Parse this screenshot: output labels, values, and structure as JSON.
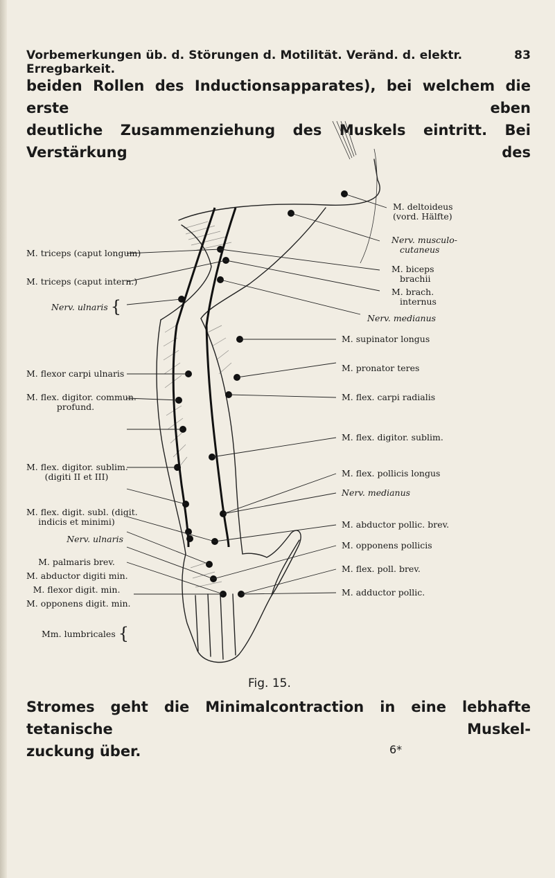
{
  "header": {
    "title": "Vorbemerkungen üb. d. Störungen d. Motilität. Veränd. d. elektr. Erregbarkeit.",
    "page_number": "83"
  },
  "text": {
    "para1_line1": "beiden Rollen des Inductionsapparates), bei welchem die erste eben",
    "para1_line2": "deutliche Zusammenziehung des Muskels eintritt. Bei Verstärkung des",
    "para2_line1": "Stromes geht die Minimalcontraction in eine lebhafte tetanische Muskel-",
    "para2_line2": "zuckung über.",
    "signature": "6*"
  },
  "figure": {
    "caption": "Fig. 15.",
    "left_labels": [
      {
        "id": "triceps-longum",
        "lines": [
          "M. triceps (caput longum)"
        ]
      },
      {
        "id": "triceps-intern",
        "lines": [
          "M. triceps (caput intern.)"
        ]
      },
      {
        "id": "nerv-ulnaris-1",
        "lines": [
          "Nerv. ulnaris"
        ]
      },
      {
        "id": "flexor-carpi-ulnaris",
        "lines": [
          "M. flexor carpi ulnaris"
        ]
      },
      {
        "id": "flex-digitor-profund",
        "lines": [
          "M. flex. digitor. commun.",
          "profund."
        ]
      },
      {
        "id": "flex-digitor-sublim-2-3",
        "lines": [
          "M. flex. digitor. sublim.",
          "(digiti II et III)"
        ]
      },
      {
        "id": "flex-digit-subl-indicis",
        "lines": [
          "M. flex. digit. subl. (digit.",
          "indicis et minimi)"
        ]
      },
      {
        "id": "nerv-ulnaris-2",
        "lines": [
          "Nerv. ulnaris"
        ]
      },
      {
        "id": "palmaris-brev",
        "lines": [
          "M. palmaris brev."
        ]
      },
      {
        "id": "abductor-digiti-min",
        "lines": [
          "M. abductor digiti min."
        ]
      },
      {
        "id": "flexor-digit-min",
        "lines": [
          "M. flexor digit. min."
        ]
      },
      {
        "id": "opponens-digit-min",
        "lines": [
          "M. opponens digit. min."
        ]
      },
      {
        "id": "lumbricales",
        "lines": [
          "Mm. lumbricales"
        ]
      }
    ],
    "right_labels": [
      {
        "id": "deltoideus",
        "lines": [
          "M. deltoideus",
          "(vord. Hälfte)"
        ]
      },
      {
        "id": "nerv-musculocutaneus",
        "lines": [
          "Nerv. musculo-",
          "cutaneus"
        ]
      },
      {
        "id": "biceps",
        "lines": [
          "M. biceps",
          "brachii"
        ]
      },
      {
        "id": "brach-internus",
        "lines": [
          "M. brach.",
          "internus"
        ]
      },
      {
        "id": "nerv-medianus-1",
        "lines": [
          "Nerv. medianus"
        ]
      },
      {
        "id": "supinator-longus",
        "lines": [
          "M. supinator longus"
        ]
      },
      {
        "id": "pronator-teres",
        "lines": [
          "M. pronator teres"
        ]
      },
      {
        "id": "flex-carpi-radialis",
        "lines": [
          "M. flex. carpi radialis"
        ]
      },
      {
        "id": "flex-digitor-sublim",
        "lines": [
          "M. flex. digitor. sublim."
        ]
      },
      {
        "id": "flex-pollicis-longus",
        "lines": [
          "M. flex. pollicis longus"
        ]
      },
      {
        "id": "nerv-medianus-2",
        "lines": [
          "Nerv. medianus"
        ]
      },
      {
        "id": "abductor-pollic-brev",
        "lines": [
          "M. abductor pollic. brev."
        ]
      },
      {
        "id": "opponens-pollicis",
        "lines": [
          "M. opponens pollicis"
        ]
      },
      {
        "id": "flex-poll-brev",
        "lines": [
          "M. flex. poll. brev."
        ]
      },
      {
        "id": "adductor-pollic",
        "lines": [
          "M. adductor pollic."
        ]
      }
    ]
  }
}
